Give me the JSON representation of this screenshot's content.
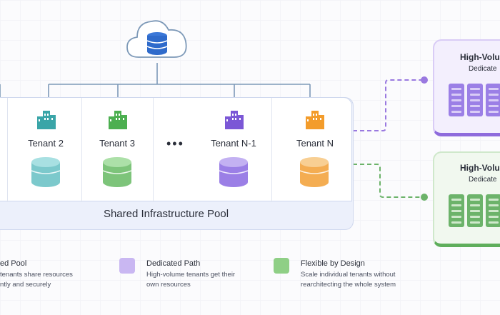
{
  "tenants": [
    {
      "label": "Tenant 2",
      "color": "#3aa5a8",
      "db_color": "#8fd3d6"
    },
    {
      "label": "Tenant 3",
      "color": "#4caf50",
      "db_color": "#8ed08b"
    },
    {
      "label": "Tenant N-1",
      "color": "#7b57d6",
      "db_color": "#a78bea"
    },
    {
      "label": "Tenant N",
      "color": "#f39c2b",
      "db_color": "#f6b35b"
    }
  ],
  "ellipsis": "•••",
  "pool_label": "Shared Infrastructure Pool",
  "dedicated": [
    {
      "title": "High-Volu",
      "subtitle": "Dedicate",
      "color": "#8e6bdc",
      "bg": "#f3effd",
      "border": "#d9ccf6"
    },
    {
      "title": "High-Volu",
      "subtitle": "Dedicate",
      "color": "#5fae5c",
      "bg": "#f1f8ef",
      "border": "#cfe8cb"
    }
  ],
  "legend": [
    {
      "title": "ed Pool",
      "desc": [
        "tenants share resources",
        "ntly and securely"
      ],
      "color": "#c9d3f0"
    },
    {
      "title": "Dedicated Path",
      "desc": [
        "High-volume tenants get their",
        "own resources"
      ],
      "color": "#c9b7f2"
    },
    {
      "title": "Flexible by Design",
      "desc": [
        "Scale individual tenants without",
        "rearchitecting the whole system"
      ],
      "color": "#8fcf86"
    }
  ]
}
